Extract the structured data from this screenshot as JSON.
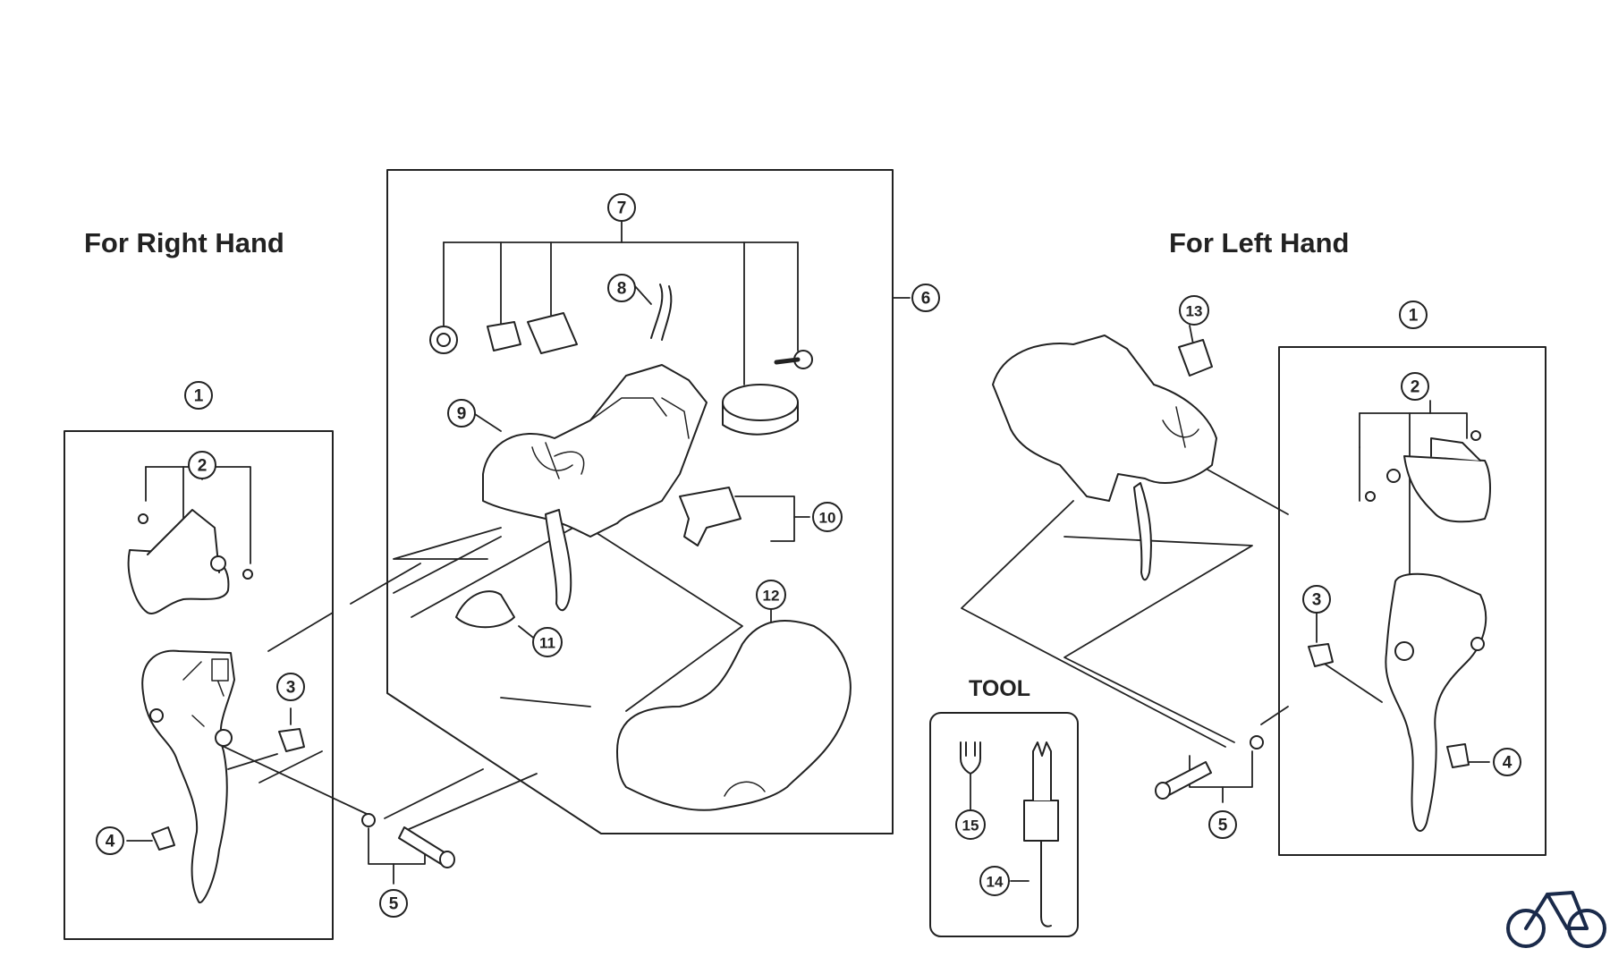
{
  "headings": {
    "right_hand": "For Right Hand",
    "left_hand": "For Left Hand",
    "tool": "TOOL"
  },
  "callouts": {
    "c1_right": "1",
    "c2_right": "2",
    "c3_right": "3",
    "c4_right": "4",
    "c5_right": "5",
    "c6": "6",
    "c7": "7",
    "c8": "8",
    "c9": "9",
    "c10": "10",
    "c11": "11",
    "c12": "12",
    "c13": "13",
    "c14": "14",
    "c15": "15",
    "c1_left": "1",
    "c2_left": "2",
    "c3_left": "3",
    "c4_left": "4",
    "c5_left": "5"
  },
  "logo": {
    "icon": "bicycle-icon"
  },
  "colors": {
    "line": "#222222",
    "fill": "#ffffff"
  }
}
